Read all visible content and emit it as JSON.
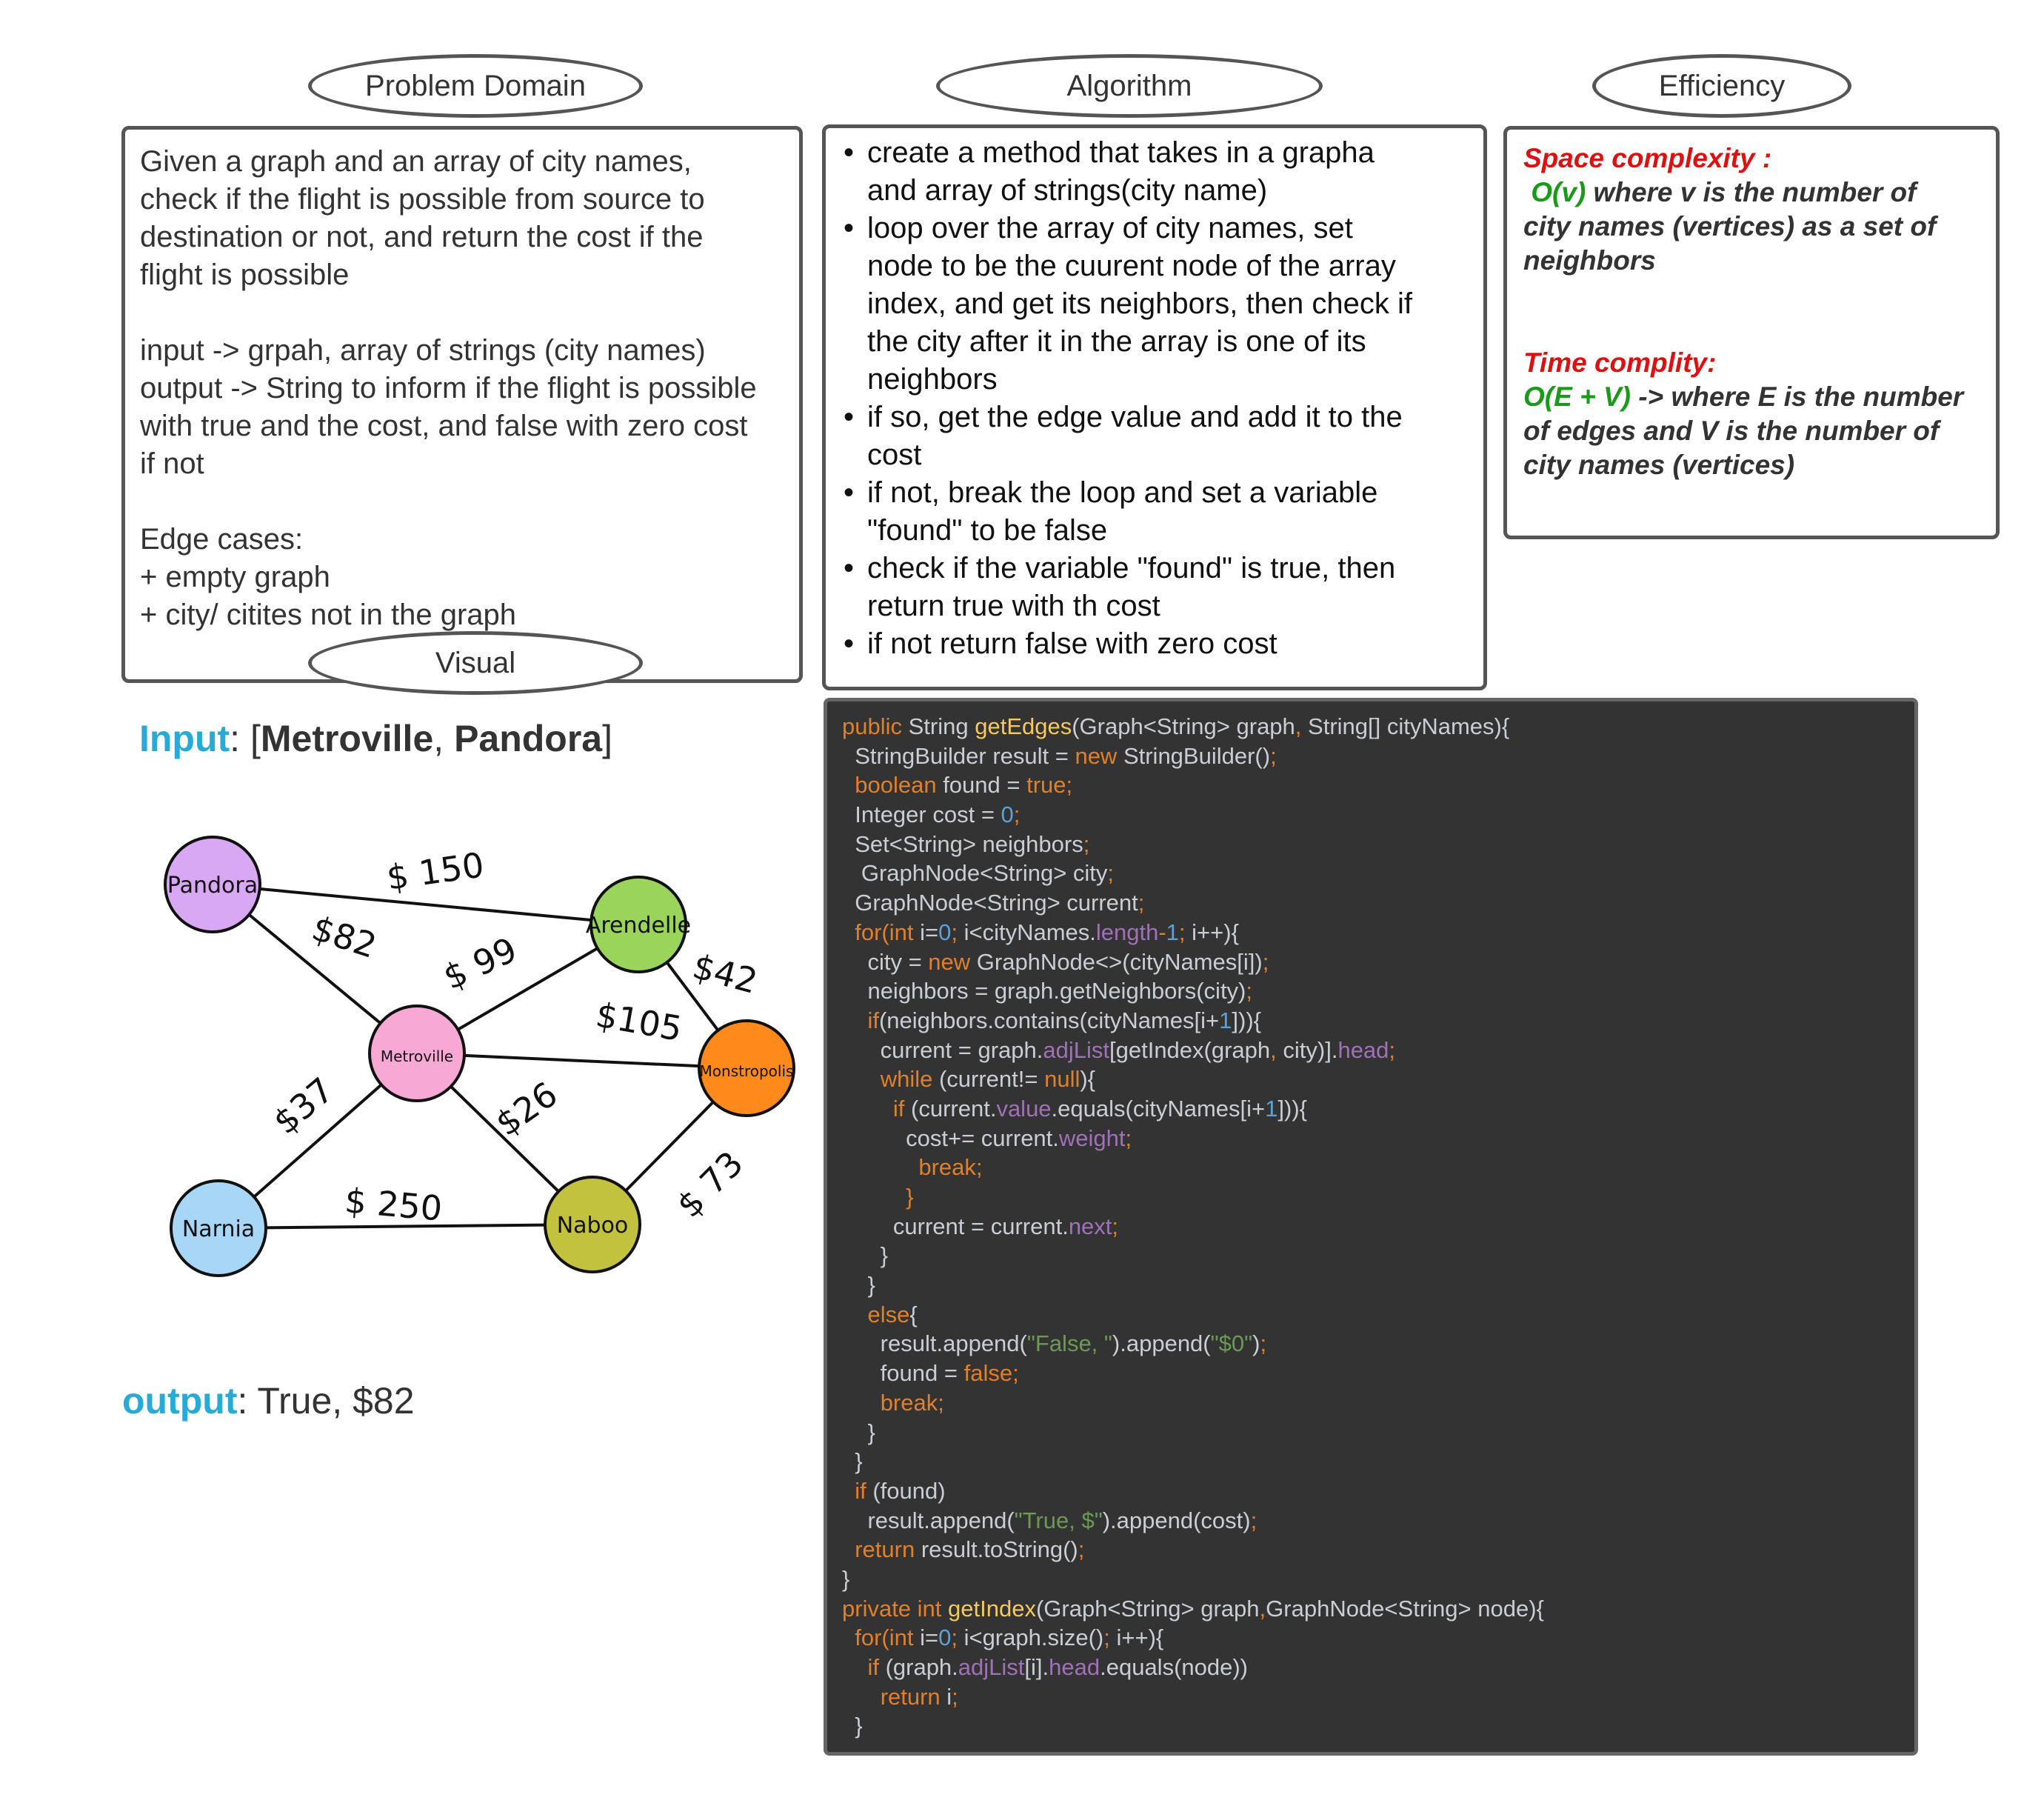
{
  "headers": {
    "problem_domain": "Problem Domain",
    "algorithm": "Algorithm",
    "efficiency": "Efficiency",
    "visual": "Visual"
  },
  "problem_domain": {
    "para1": [
      "Given a graph and  an array of city names,",
      "check if the flight is possible from source to",
      "destination or not, and return the cost if the",
      "flight is possible"
    ],
    "para2": [
      "input -> grpah, array of strings (city names)",
      "output -> String to inform if the flight is possible",
      "with true and the cost, and false with zero cost",
      "if not"
    ],
    "para3": [
      "Edge cases:",
      "+ empty graph",
      "+ city/ citites not in the graph"
    ]
  },
  "algorithm": {
    "steps": [
      [
        "create a method that takes in a grapha",
        "and array of strings(city name)"
      ],
      [
        "loop over the array of city names, set",
        "node to be the cuurent node of the array",
        "index, and get its neighbors, then check if",
        "the city after it in the array is one of its",
        "neighbors"
      ],
      [
        "if so, get the edge value and add it to the",
        "cost"
      ],
      [
        "if not, break the loop and set a variable",
        "\"found\" to be false"
      ],
      [
        "check if the variable \"found\" is true, then",
        "return true with th cost"
      ],
      [
        "if not return false with zero cost"
      ]
    ]
  },
  "efficiency": {
    "space_label": "Space complexity :",
    "space_big_o": "O(v)",
    "space_desc_1": " where v is the number of",
    "space_desc_2": "city names (vertices) as a set of",
    "space_desc_3": "neighbors",
    "time_label": "Time complity:",
    "time_big_o": "O(E + V)",
    "time_desc_1": " -> where E is the number",
    "time_desc_2": "of edges and V is the number of",
    "time_desc_3": "city names (vertices)"
  },
  "input": {
    "label": "Input",
    "sep": ": [",
    "city1": "Metroville",
    "comma": ", ",
    "city2": "Pandora",
    "end": "]"
  },
  "output": {
    "label": "output",
    "value": ": True, $82"
  },
  "graph": {
    "nodes": [
      {
        "id": "pandora",
        "label": "Pandora",
        "color": "#d9a8f5"
      },
      {
        "id": "arendelle",
        "label": "Arendelle",
        "color": "#9ad45a"
      },
      {
        "id": "metroville",
        "label": "Metroville",
        "color": "#f7a8d4"
      },
      {
        "id": "monstropolis",
        "label": "Monstropolis",
        "color": "#ff8a1c"
      },
      {
        "id": "narnia",
        "label": "Narnia",
        "color": "#a8d6f7"
      },
      {
        "id": "naboo",
        "label": "Naboo",
        "color": "#c2c23e"
      }
    ],
    "edges": [
      {
        "from": "pandora",
        "to": "arendelle",
        "weight": "$ 150"
      },
      {
        "from": "pandora",
        "to": "metroville",
        "weight": "$82"
      },
      {
        "from": "metroville",
        "to": "arendelle",
        "weight": "$ 99"
      },
      {
        "from": "arendelle",
        "to": "monstropolis",
        "weight": "$42"
      },
      {
        "from": "metroville",
        "to": "monstropolis",
        "weight": "$105"
      },
      {
        "from": "metroville",
        "to": "narnia",
        "weight": "$37"
      },
      {
        "from": "metroville",
        "to": "naboo",
        "weight": "$26"
      },
      {
        "from": "narnia",
        "to": "naboo",
        "weight": "$ 250"
      },
      {
        "from": "naboo",
        "to": "monstropolis",
        "weight": "$ 73"
      }
    ]
  },
  "code_lines": [
    [
      [
        "kw",
        "public"
      ],
      [
        "t",
        " String "
      ],
      [
        "fn",
        "getEdges"
      ],
      [
        "t",
        "(Graph<String> graph"
      ],
      [
        "kw",
        ","
      ],
      [
        "t",
        " String[] cityNames){"
      ]
    ],
    [
      [
        "t",
        "  StringBuilder result = "
      ],
      [
        "kw",
        "new"
      ],
      [
        "t",
        " StringBuilder()"
      ],
      [
        "kw",
        ";"
      ]
    ],
    [
      [
        "t",
        "  "
      ],
      [
        "kw",
        "boolean"
      ],
      [
        "t",
        " found = "
      ],
      [
        "kw",
        "true;"
      ]
    ],
    [
      [
        "t",
        "  Integer cost = "
      ],
      [
        "num",
        "0"
      ],
      [
        "kw",
        ";"
      ]
    ],
    [
      [
        "t",
        "  Set<String> neighbors"
      ],
      [
        "kw",
        ";"
      ]
    ],
    [
      [
        "t",
        "   GraphNode<String> city"
      ],
      [
        "kw",
        ";"
      ]
    ],
    [
      [
        "t",
        "  GraphNode<String> current"
      ],
      [
        "kw",
        ";"
      ]
    ],
    [
      [
        "t",
        "  "
      ],
      [
        "kw",
        "for("
      ],
      [
        "kw",
        "int"
      ],
      [
        "t",
        " i="
      ],
      [
        "num",
        "0"
      ],
      [
        "kw",
        "; "
      ],
      [
        "t",
        "i<cityNames."
      ],
      [
        "prop",
        "length"
      ],
      [
        "kw",
        "-"
      ],
      [
        "num",
        "1"
      ],
      [
        "kw",
        "; "
      ],
      [
        "t",
        "i++){"
      ]
    ],
    [
      [
        "t",
        "    city = "
      ],
      [
        "kw",
        "new"
      ],
      [
        "t",
        " GraphNode<>(cityNames[i])"
      ],
      [
        "kw",
        ";"
      ]
    ],
    [
      [
        "t",
        "    neighbors = graph.getNeighbors(city)"
      ],
      [
        "kw",
        ";"
      ]
    ],
    [
      [
        "t",
        "    "
      ],
      [
        "kw",
        "if"
      ],
      [
        "t",
        "(neighbors.contains(cityNames[i+"
      ],
      [
        "num",
        "1"
      ],
      [
        "t",
        "])){"
      ]
    ],
    [
      [
        "t",
        "      current = graph."
      ],
      [
        "prop",
        "adjList"
      ],
      [
        "t",
        "[getIndex(graph"
      ],
      [
        "kw",
        ","
      ],
      [
        "t",
        " city)]."
      ],
      [
        "prop",
        "head"
      ],
      [
        "kw",
        ";"
      ]
    ],
    [
      [
        "t",
        "      "
      ],
      [
        "kw",
        "while"
      ],
      [
        "t",
        " (current!= "
      ],
      [
        "kw",
        "null"
      ],
      [
        "t",
        "){"
      ]
    ],
    [
      [
        "t",
        "        "
      ],
      [
        "kw",
        "if"
      ],
      [
        "t",
        " (current."
      ],
      [
        "prop",
        "value"
      ],
      [
        "t",
        ".equals(cityNames[i+"
      ],
      [
        "num",
        "1"
      ],
      [
        "t",
        "])){"
      ]
    ],
    [
      [
        "t",
        "          cost+= current."
      ],
      [
        "prop",
        "weight"
      ],
      [
        "kw",
        ";"
      ]
    ],
    [
      [
        "t",
        "            "
      ],
      [
        "kw",
        "break;"
      ]
    ],
    [
      [
        "t",
        "          "
      ],
      [
        "kw",
        "}"
      ]
    ],
    [
      [
        "t",
        "        current = current."
      ],
      [
        "prop",
        "next"
      ],
      [
        "kw",
        ";"
      ]
    ],
    [
      [
        "t",
        "      }"
      ]
    ],
    [
      [
        "t",
        "    }"
      ]
    ],
    [
      [
        "t",
        "    "
      ],
      [
        "kw",
        "else"
      ],
      [
        "t",
        "{"
      ]
    ],
    [
      [
        "t",
        "      result.append("
      ],
      [
        "str",
        "\"False, \""
      ],
      [
        "t",
        ").append("
      ],
      [
        "str",
        "\"$0\""
      ],
      [
        "t",
        ")"
      ],
      [
        "kw",
        ";"
      ]
    ],
    [
      [
        "t",
        "      found = "
      ],
      [
        "kw",
        "false;"
      ]
    ],
    [
      [
        "t",
        "      "
      ],
      [
        "kw",
        "break;"
      ]
    ],
    [
      [
        "t",
        "    }"
      ]
    ],
    [
      [
        "t",
        "  }"
      ]
    ],
    [
      [
        "t",
        "  "
      ],
      [
        "kw",
        "if"
      ],
      [
        "t",
        " (found)"
      ]
    ],
    [
      [
        "t",
        "    result.append("
      ],
      [
        "str",
        "\"True, $\""
      ],
      [
        "t",
        ").append(cost)"
      ],
      [
        "kw",
        ";"
      ]
    ],
    [
      [
        "t",
        "  "
      ],
      [
        "kw",
        "return"
      ],
      [
        "t",
        " result.toString()"
      ],
      [
        "kw",
        ";"
      ]
    ],
    [
      [
        "t",
        "}"
      ]
    ],
    [
      [
        "kw",
        "private int "
      ],
      [
        "fn",
        "getIndex"
      ],
      [
        "t",
        "(Graph<String> graph"
      ],
      [
        "kw",
        ","
      ],
      [
        "t",
        "GraphNode<String> node){"
      ]
    ],
    [
      [
        "t",
        "  "
      ],
      [
        "kw",
        "for("
      ],
      [
        "kw",
        "int"
      ],
      [
        "t",
        " i="
      ],
      [
        "num",
        "0"
      ],
      [
        "kw",
        "; "
      ],
      [
        "t",
        "i<graph.size()"
      ],
      [
        "kw",
        "; "
      ],
      [
        "t",
        "i++){"
      ]
    ],
    [
      [
        "t",
        "    "
      ],
      [
        "kw",
        "if"
      ],
      [
        "t",
        " (graph."
      ],
      [
        "prop",
        "adjList"
      ],
      [
        "t",
        "[i]."
      ],
      [
        "prop",
        "head"
      ],
      [
        "t",
        ".equals(node))"
      ]
    ],
    [
      [
        "t",
        "      "
      ],
      [
        "kw",
        "return"
      ],
      [
        "t",
        " i"
      ],
      [
        "kw",
        ";"
      ]
    ],
    [
      [
        "t",
        "  }"
      ]
    ]
  ]
}
